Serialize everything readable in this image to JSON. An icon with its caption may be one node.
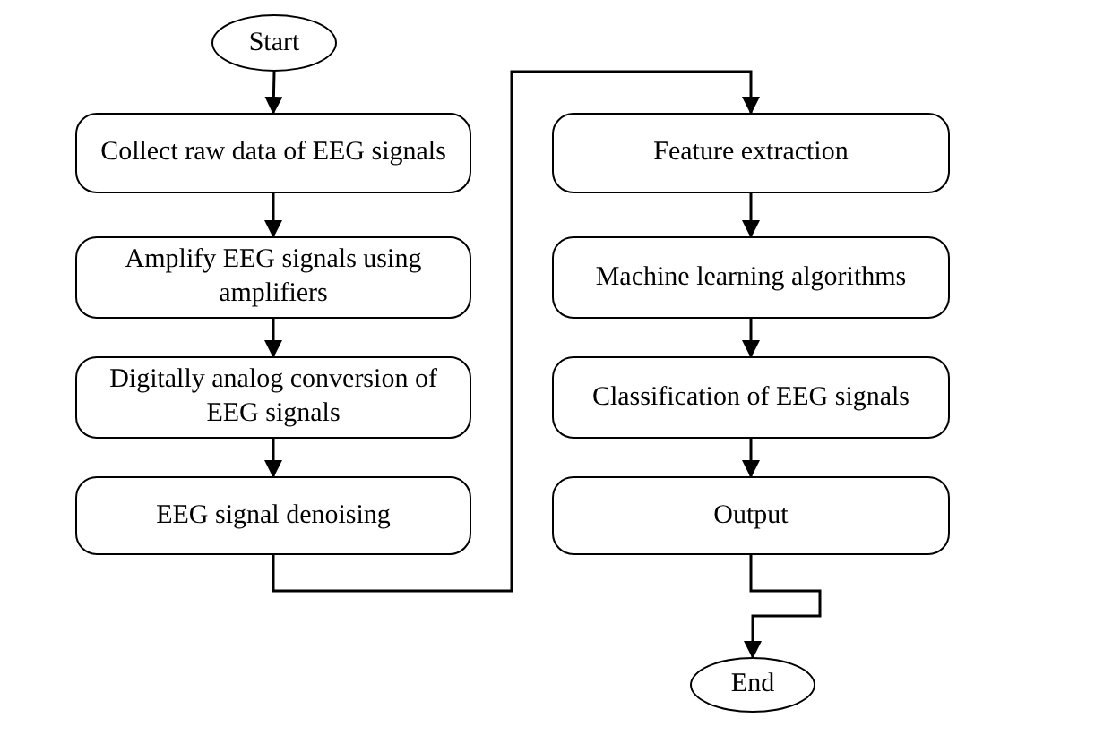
{
  "diagram": {
    "nodes": [
      {
        "text": [
          "Start"
        ]
      },
      {
        "text": [
          "Collect raw data of EEG signals"
        ]
      },
      {
        "text": [
          "Amplify EEG signals using amplifiers"
        ]
      },
      {
        "text": [
          "Digitally analog conversion of EEG signals"
        ]
      },
      {
        "text": [
          "EEG signal denoising"
        ]
      },
      {
        "text": [
          "Feature extraction"
        ]
      },
      {
        "text": [
          "Machine learning algorithms"
        ]
      },
      {
        "text": [
          "Classification of EEG signals"
        ]
      },
      {
        "text": [
          "Output"
        ]
      },
      {
        "text": [
          "End"
        ]
      }
    ],
    "edges": [
      {
        "from": 0,
        "to": 1,
        "arrow": "to"
      },
      {
        "from": 1,
        "to": 2,
        "arrow": "to"
      },
      {
        "from": 2,
        "to": 3,
        "arrow": "to"
      },
      {
        "from": 3,
        "to": 4,
        "arrow": "to"
      },
      {
        "from": 4,
        "to": 5,
        "arrow": "to"
      },
      {
        "from": 5,
        "to": 6,
        "arrow": "to"
      },
      {
        "from": 6,
        "to": 7,
        "arrow": "to"
      },
      {
        "from": 7,
        "to": 8,
        "arrow": "to"
      },
      {
        "from": 8,
        "to": 9,
        "arrow": "to"
      }
    ]
  }
}
